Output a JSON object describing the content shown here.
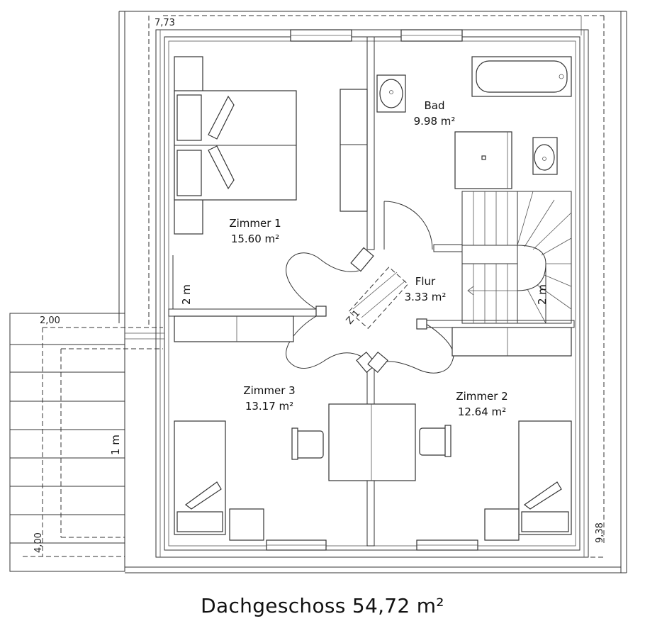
{
  "title": "Dachgeschoss 54,72 m²",
  "rooms": [
    {
      "name": "Bad",
      "area": "9.98 m²"
    },
    {
      "name": "Zimmer 1",
      "area": "15.60 m²"
    },
    {
      "name": "Flur",
      "area": "3.33 m²"
    },
    {
      "name": "Zimmer 3",
      "area": "13.17 m²"
    },
    {
      "name": "Zimmer 2",
      "area": "12.64 m²"
    }
  ],
  "dimensions": {
    "top_width": "7,73",
    "right_height": "9,38",
    "balcony_width": "2,00",
    "balcony_height": "4,00"
  },
  "height_lines": {
    "zimmer1": "2 m",
    "flur": "2 m",
    "balcony": "1 m"
  },
  "stair_label": "Z 1"
}
